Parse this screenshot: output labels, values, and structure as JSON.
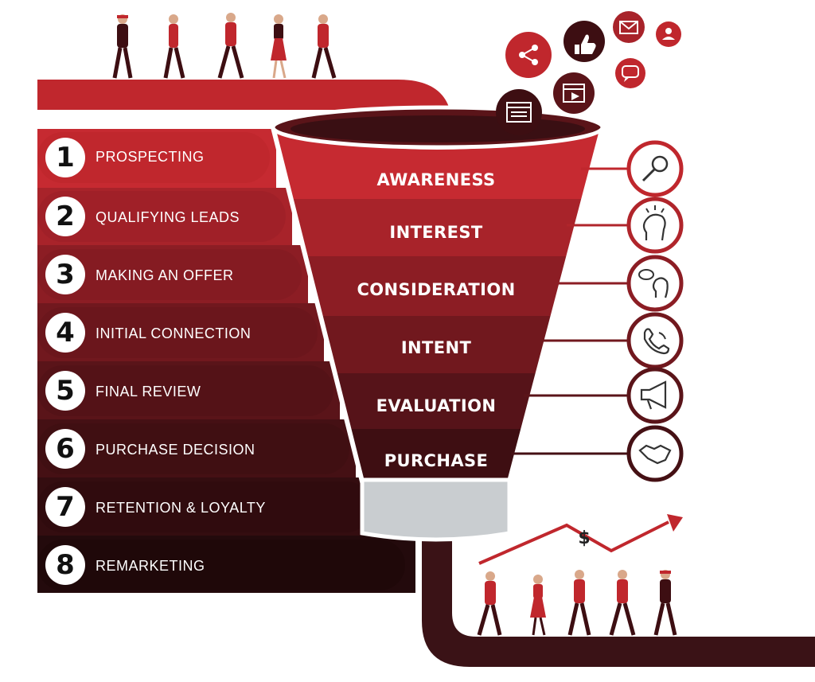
{
  "steps": [
    {
      "number": "1",
      "label": "PROSPECTING"
    },
    {
      "number": "2",
      "label": "QUALIFYING LEADS"
    },
    {
      "number": "3",
      "label": "MAKING AN OFFER"
    },
    {
      "number": "4",
      "label": "INITIAL CONNECTION"
    },
    {
      "number": "5",
      "label": "FINAL REVIEW"
    },
    {
      "number": "6",
      "label": "PURCHASE DECISION"
    },
    {
      "number": "7",
      "label": "RETENTION & LOYALTY"
    },
    {
      "number": "8",
      "label": "REMARKETING"
    }
  ],
  "funnel_stages": [
    {
      "label": "AWARENESS",
      "icon": "magnifier-icon"
    },
    {
      "label": "INTEREST",
      "icon": "head-idea-icon"
    },
    {
      "label": "CONSIDERATION",
      "icon": "thinking-person-icon"
    },
    {
      "label": "INTENT",
      "icon": "phone-call-icon"
    },
    {
      "label": "EVALUATION",
      "icon": "megaphone-icon"
    },
    {
      "label": "PURCHASE",
      "icon": "handshake-icon"
    }
  ],
  "social_icons": [
    "share-icon",
    "thumbs-up-icon",
    "mail-icon",
    "user-icon",
    "chat-bubble-icon",
    "video-icon",
    "browser-window-icon"
  ],
  "growth_symbol": "$",
  "colors": {
    "primary_red": "#c0272d",
    "dark_maroon": "#2a0d10",
    "funnel_spout": "#c9cdd0"
  }
}
